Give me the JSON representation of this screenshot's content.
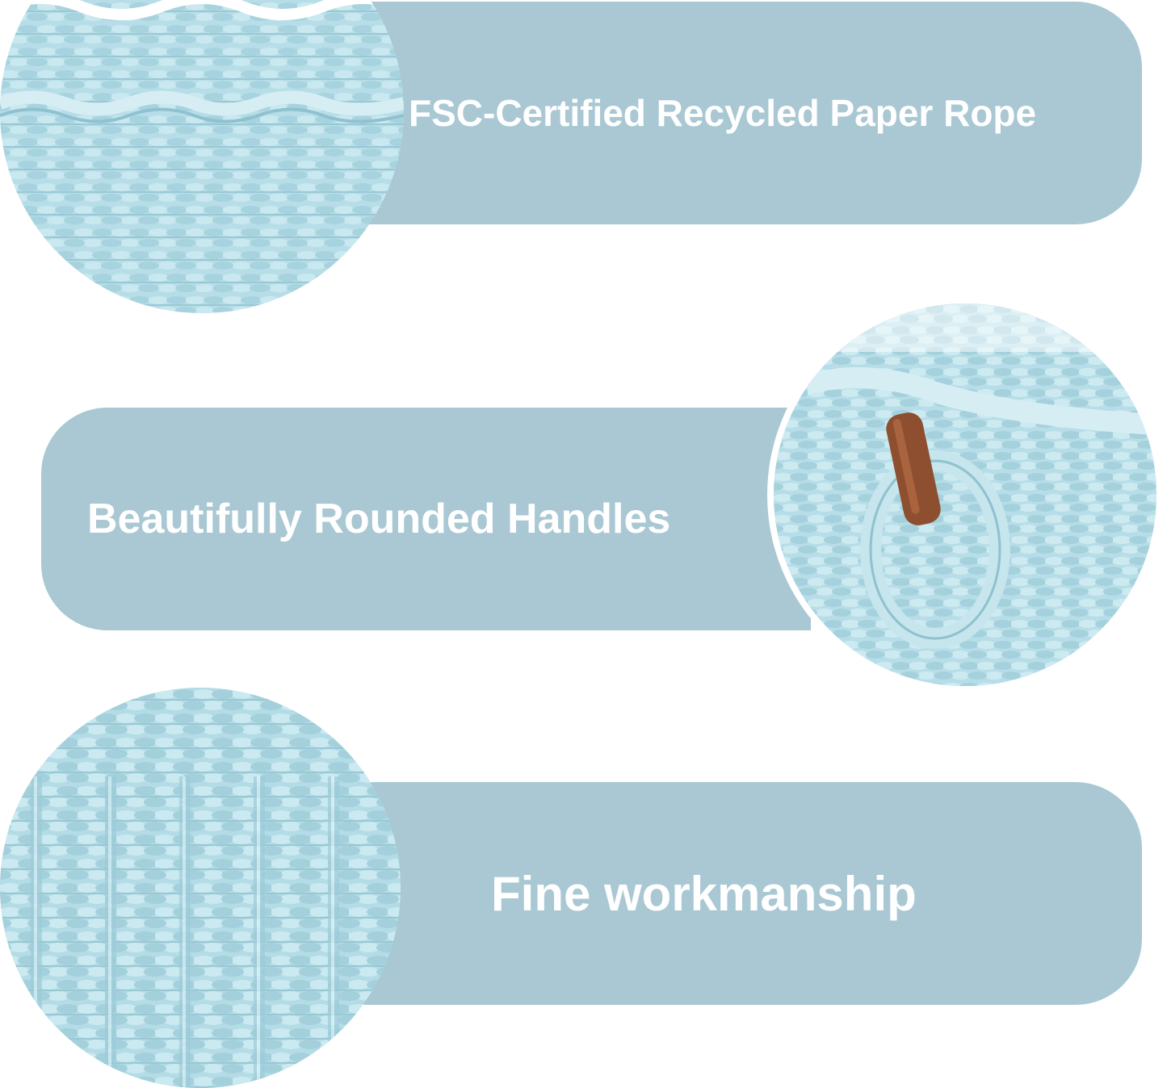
{
  "features": [
    {
      "label": "FSC-Certified Recycled Paper Rope",
      "image": "woven-rope-rim-closeup"
    },
    {
      "label": "Beautifully Rounded Handles",
      "image": "rope-handle-with-leather-sleeve"
    },
    {
      "label": "Fine workmanship",
      "image": "woven-rope-texture-closeup"
    }
  ],
  "colors": {
    "banner": "#a9c8d3",
    "banner_text": "#ffffff",
    "rope": "#b7dee8",
    "rope_shadow": "#8fc1cf",
    "leather": "#8e4f31"
  }
}
